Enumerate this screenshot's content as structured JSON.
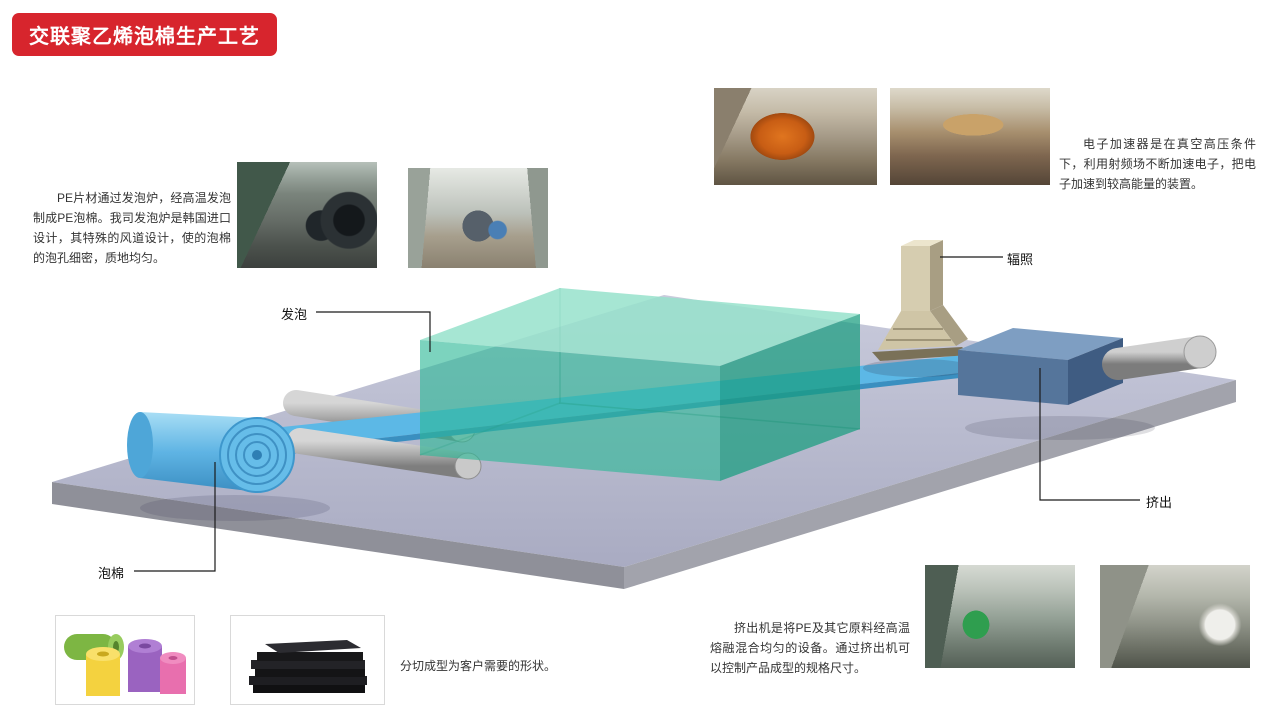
{
  "title": "交联聚乙烯泡棉生产工艺",
  "process_labels": {
    "foaming": "发泡",
    "irradiation": "辐照",
    "extrusion": "挤出",
    "foam": "泡棉"
  },
  "paragraphs": {
    "foaming_furnace": "PE片材通过发泡炉，经高温发泡制成PE泡棉。我司发泡炉是韩国进口设计，其特殊的风道设计，使的泡棉的泡孔细密，质地均匀。",
    "electron_accelerator": "电子加速器是在真空高压条件下，利用射频场不断加速电子，把电子加速到较高能量的装置。",
    "cutting": "分切成型为客户需要的形状。",
    "extruder": "挤出机是将PE及其它原料经高温熔融混合均匀的设备。通过挤出机可以控制产品成型的规格尺寸。"
  },
  "images": {
    "photos": [
      "foam-furnace-workshop-photo-1",
      "foam-furnace-workshop-photo-2",
      "electron-accelerator-photo-1",
      "electron-accelerator-photo-2",
      "extruder-workshop-photo-1",
      "extruder-workshop-photo-2",
      "colored-foam-rolls-photo",
      "black-foam-sheets-photo"
    ]
  },
  "colors": {
    "title_badge": "#d7252d",
    "film_blue": "#5cb8e6",
    "foaming_chamber_green": "#2cb896",
    "platform_gray": "#b4b6cb",
    "irradiation_beige": "#d6cdb0",
    "extruder_blue": "#55759b"
  }
}
